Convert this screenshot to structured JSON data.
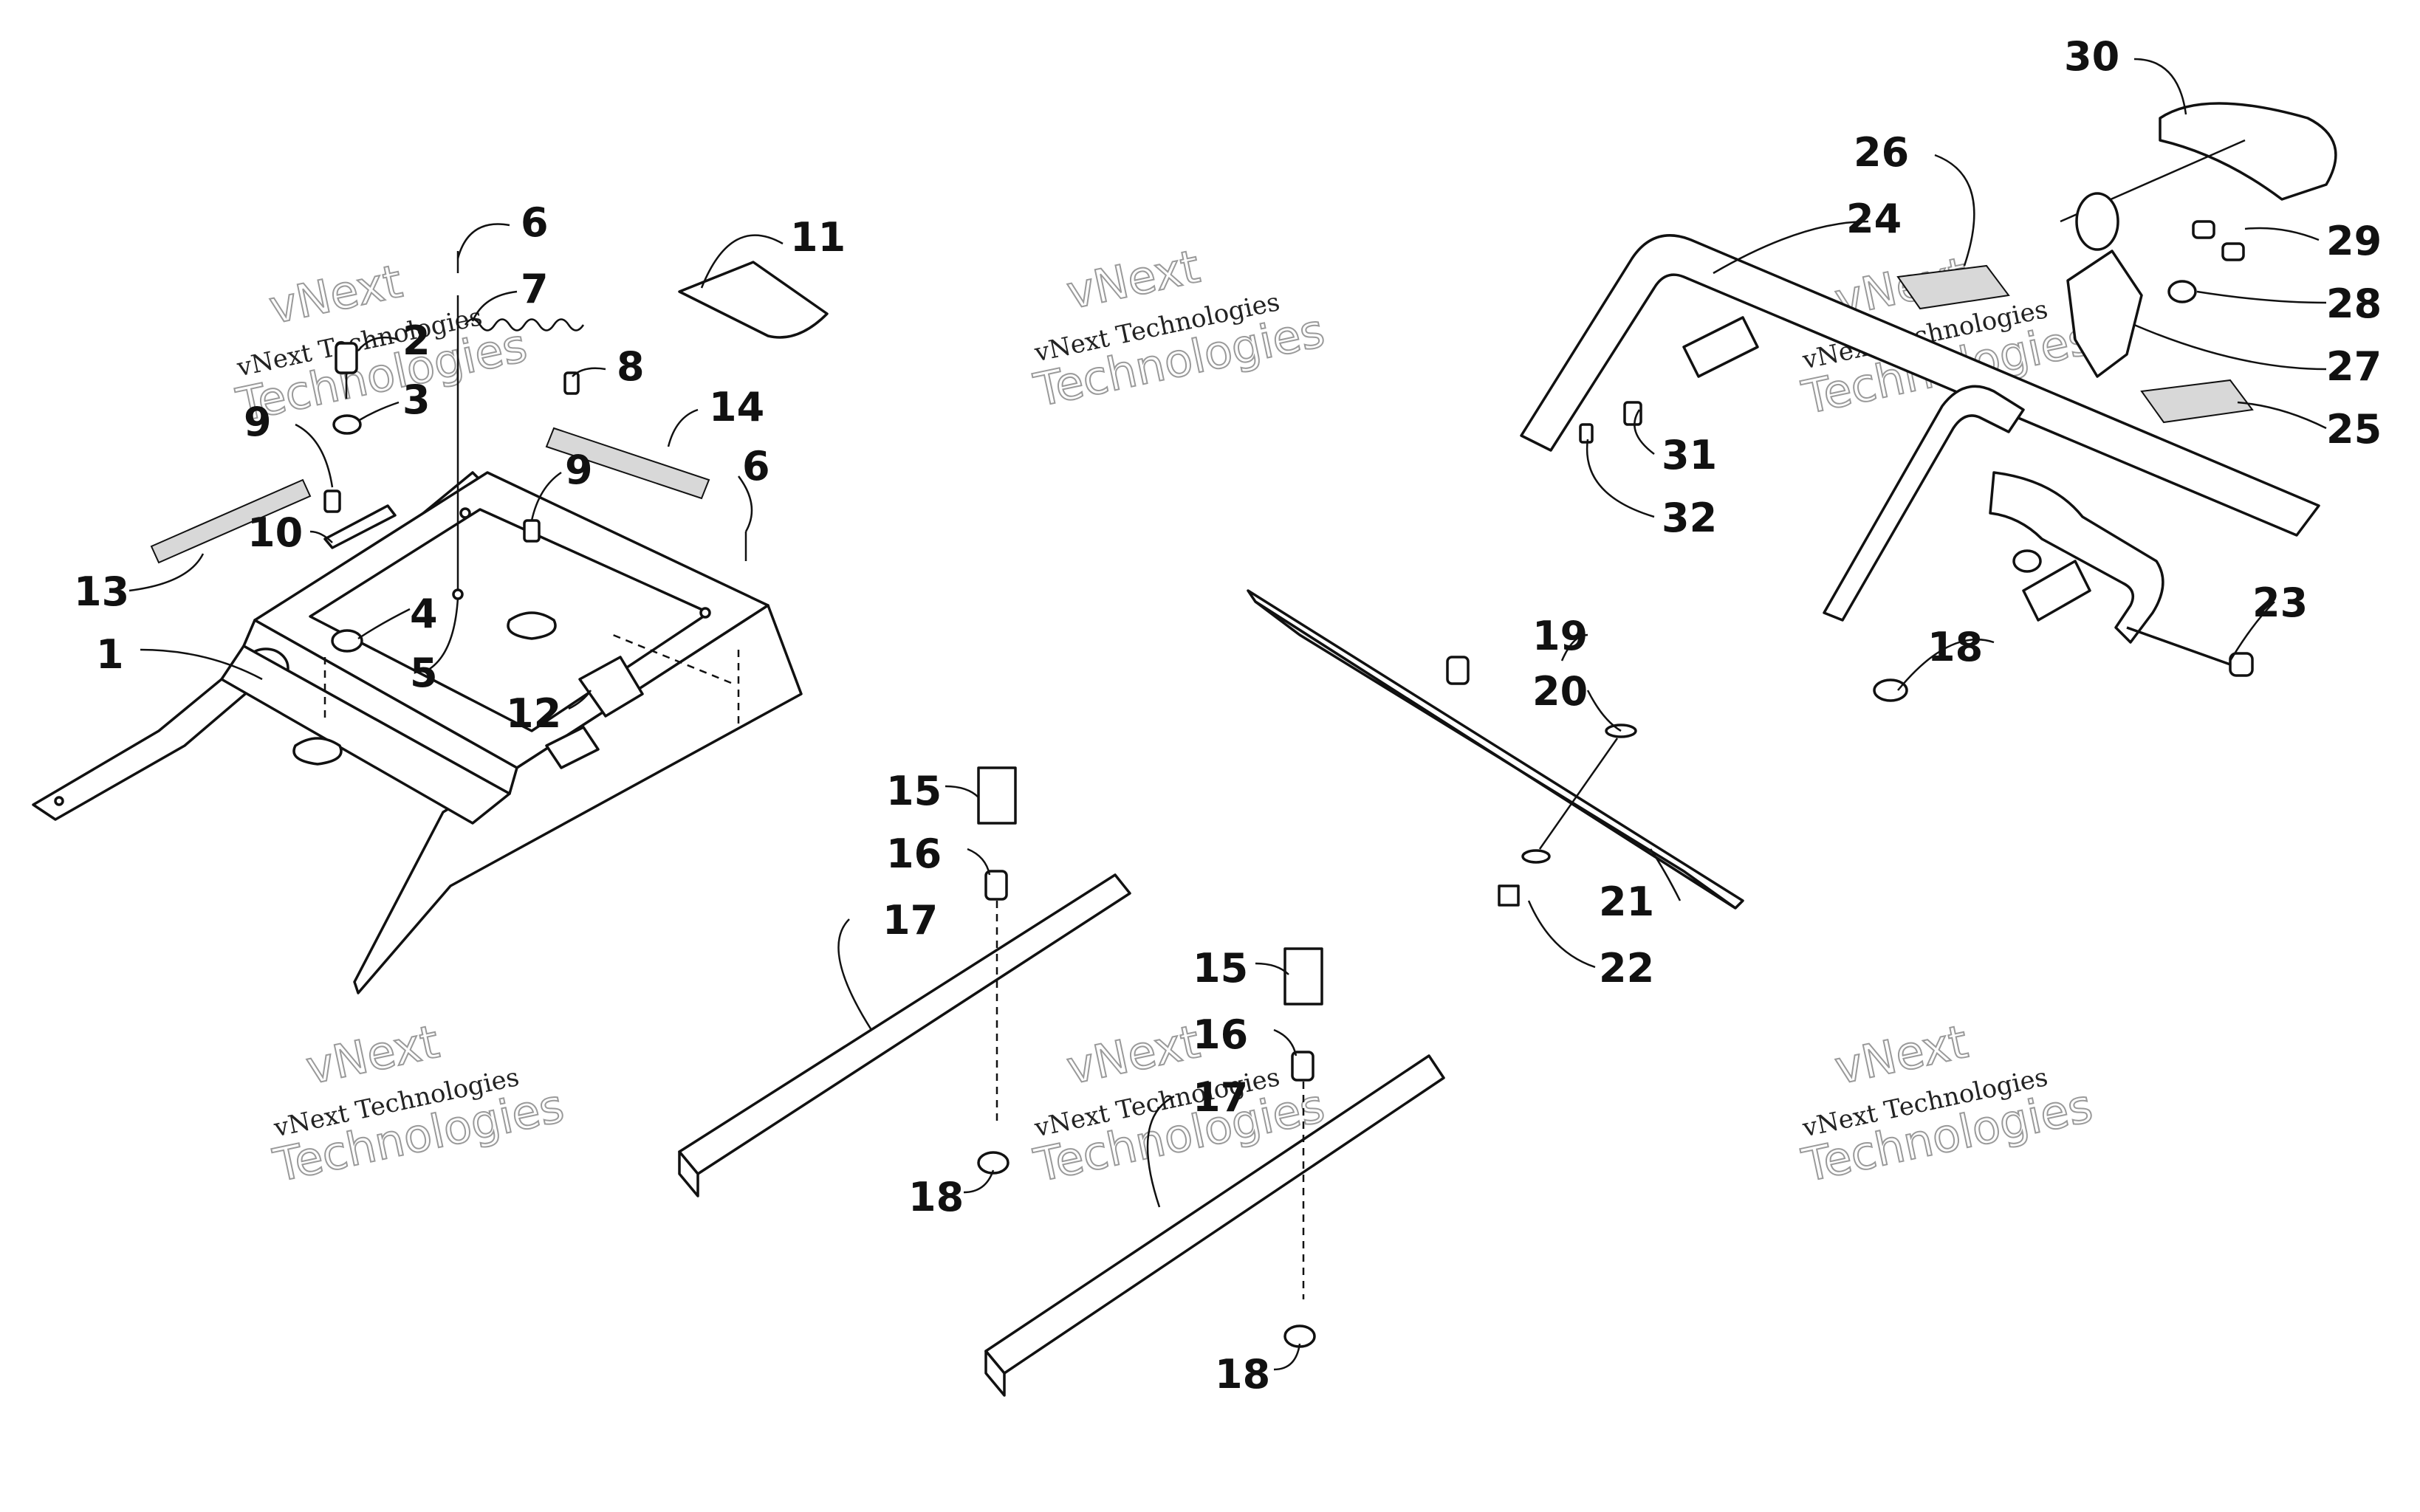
{
  "callouts": {
    "c1": "1",
    "c2": "2",
    "c3": "3",
    "c4": "4",
    "c5": "5",
    "c6a": "6",
    "c6b": "6",
    "c7": "7",
    "c8": "8",
    "c9a": "9",
    "c9b": "9",
    "c10": "10",
    "c11": "11",
    "c12": "12",
    "c13": "13",
    "c14": "14",
    "c15a": "15",
    "c15b": "15",
    "c16a": "16",
    "c16b": "16",
    "c17a": "17",
    "c17b": "17",
    "c18a": "18",
    "c18b": "18",
    "c18c": "18",
    "c19": "19",
    "c20": "20",
    "c21": "21",
    "c22": "22",
    "c23": "23",
    "c24": "24",
    "c25": "25",
    "c26": "26",
    "c27": "27",
    "c28": "28",
    "c29": "29",
    "c30": "30",
    "c31": "31",
    "c32": "32"
  },
  "watermark": {
    "brand": "vNext",
    "line1": "vNext Technologies",
    "line2": "Technologies"
  },
  "colors": {
    "ink": "#111111",
    "paper": "#ffffff",
    "watermark": "#9a9a9a"
  }
}
